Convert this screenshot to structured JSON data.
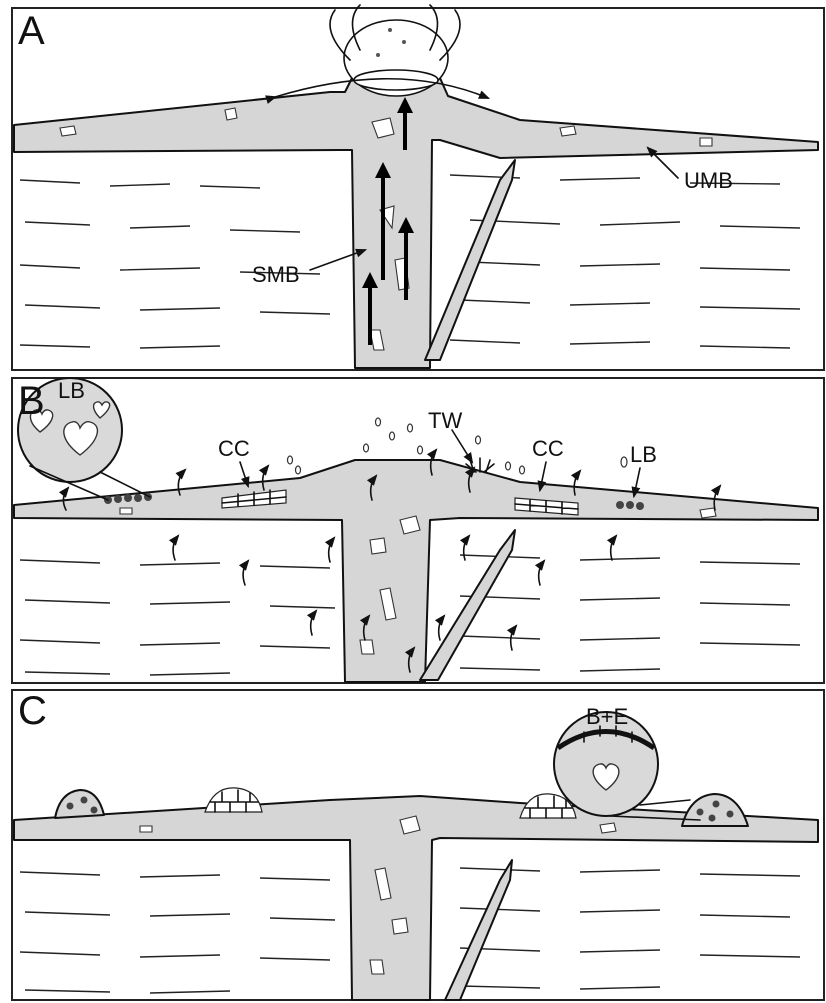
{
  "panels": [
    {
      "letter": "A",
      "labels": {
        "umb": "UMB",
        "smb": "SMB"
      }
    },
    {
      "letter": "B",
      "labels": {
        "lb_lens": "LB",
        "cc_left": "CC",
        "tw": "TW",
        "cc_right": "CC",
        "lb_right": "LB"
      }
    },
    {
      "letter": "C",
      "labels": {
        "be_lens": "B+E"
      }
    }
  ]
}
